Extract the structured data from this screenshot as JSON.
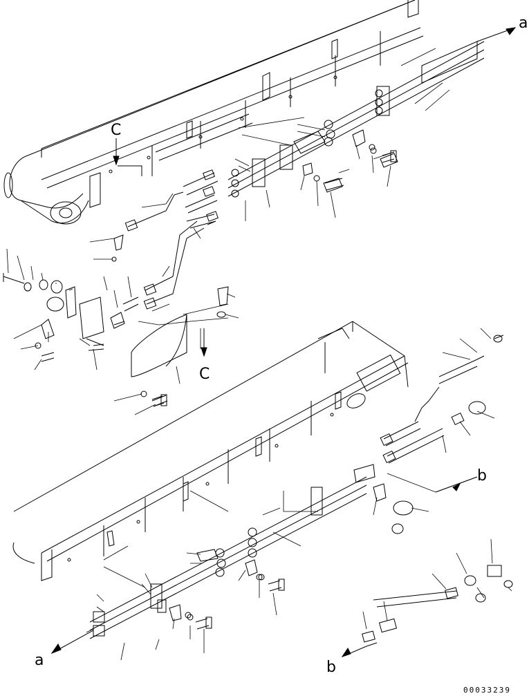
{
  "labels": {
    "a_top": "a",
    "a_bottom": "a",
    "b_mid": "b",
    "b_bottom": "b",
    "c_top": "C",
    "c_mid": "C"
  },
  "drawing_number": "00033239"
}
